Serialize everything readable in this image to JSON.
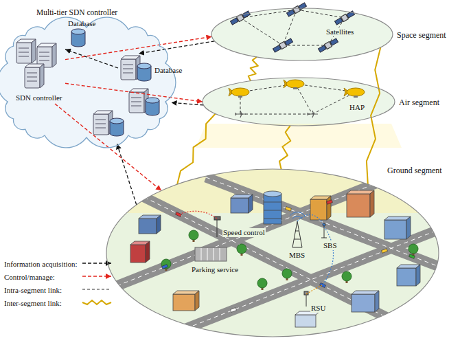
{
  "diagram": {
    "nodes": [
      {
        "text": [
          "Multi-tier SDN controller"
        ]
      },
      {
        "text": [
          "SDN controller"
        ],
        "in": 0
      },
      {
        "text": [
          "Database"
        ],
        "in": 0
      },
      {
        "text": [
          "Database"
        ],
        "in": 0
      },
      {
        "text": [
          "Space segment",
          "Satellites"
        ]
      },
      {
        "text": [
          "Air segment",
          "HAP"
        ]
      },
      {
        "text": [
          "Ground segment"
        ]
      }
    ],
    "edges": [
      {
        "from": 4,
        "to": 3,
        "arrow": "to"
      },
      {
        "from": 3,
        "to": 1,
        "arrow": "to"
      },
      {
        "from": 1,
        "to": 4,
        "arrow": "to"
      },
      {
        "from": 1,
        "to": 5,
        "arrow": "to"
      },
      {
        "from": 1,
        "to": 6,
        "arrow": "to"
      },
      {
        "from": 5,
        "to": 0,
        "arrow": "to"
      },
      {
        "from": 6,
        "to": 0,
        "arrow": "to"
      },
      {
        "from": 4,
        "to": 5,
        "arrow": "none"
      },
      {
        "from": 5,
        "to": 6,
        "arrow": "none"
      },
      {
        "from": 5,
        "to": 6,
        "arrow": "none"
      },
      {
        "from": 4,
        "to": 6,
        "arrow": "none"
      }
    ],
    "labels": [
      "Speed control",
      "Parking service",
      "MBS",
      "SBS",
      "RSU"
    ],
    "legend": [
      {
        "text": "Information acquisition:"
      },
      {
        "text": "Control/manage:"
      },
      {
        "text": "Intra-segment link:"
      },
      {
        "text": "Inter-segment link:"
      }
    ]
  }
}
